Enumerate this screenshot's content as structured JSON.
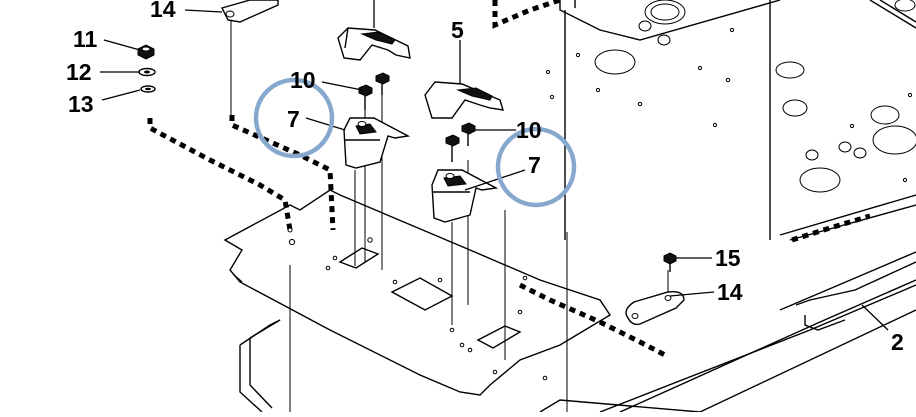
{
  "diagram": {
    "callouts": [
      {
        "id": "label-14-top",
        "text": "14"
      },
      {
        "id": "label-11",
        "text": "11"
      },
      {
        "id": "label-12",
        "text": "12"
      },
      {
        "id": "label-13",
        "text": "13"
      },
      {
        "id": "label-5",
        "text": "5"
      },
      {
        "id": "label-10-left",
        "text": "10"
      },
      {
        "id": "label-7-left",
        "text": "7"
      },
      {
        "id": "label-10-right",
        "text": "10"
      },
      {
        "id": "label-7-right",
        "text": "7"
      },
      {
        "id": "label-15",
        "text": "15"
      },
      {
        "id": "label-14-right",
        "text": "14"
      },
      {
        "id": "label-2",
        "text": "2"
      }
    ],
    "highlight_color": "#86A8CE",
    "line_color": "#000000"
  }
}
